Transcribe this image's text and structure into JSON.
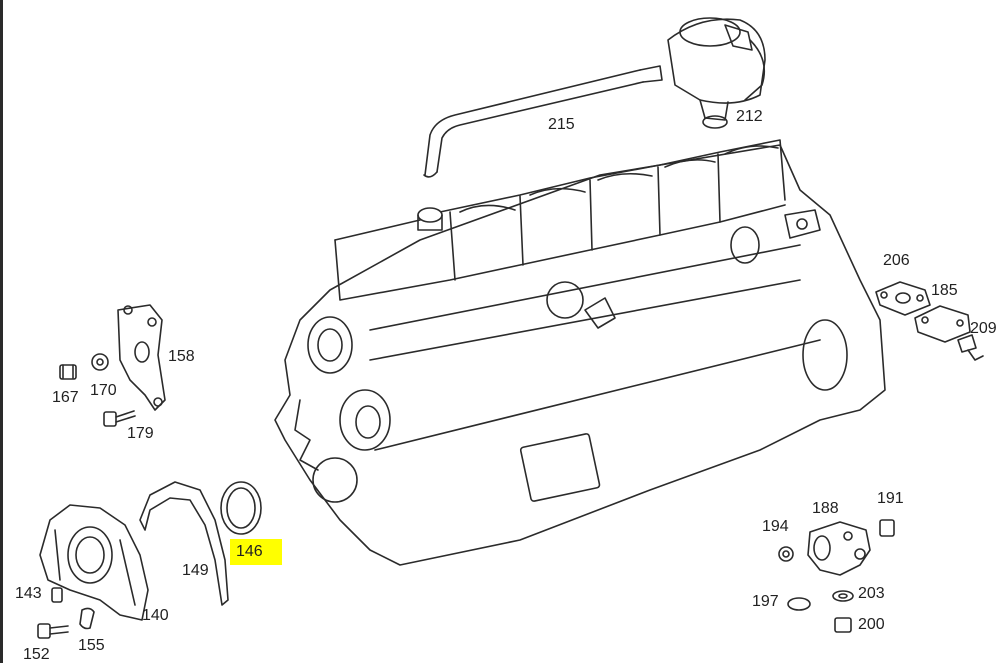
{
  "highlight_color": "#ffff00",
  "line_color": "#2b2b2b",
  "highlighted_part": "146",
  "part_labels": {
    "p215": "215",
    "p212": "212",
    "p206": "206",
    "p185": "185",
    "p209": "209",
    "p158": "158",
    "p167": "167",
    "p170": "170",
    "p179": "179",
    "p146": "146",
    "p149": "149",
    "p143": "143",
    "p140": "140",
    "p152": "152",
    "p155": "155",
    "p188": "188",
    "p191": "191",
    "p194": "194",
    "p197": "197",
    "p203": "203",
    "p200": "200"
  }
}
